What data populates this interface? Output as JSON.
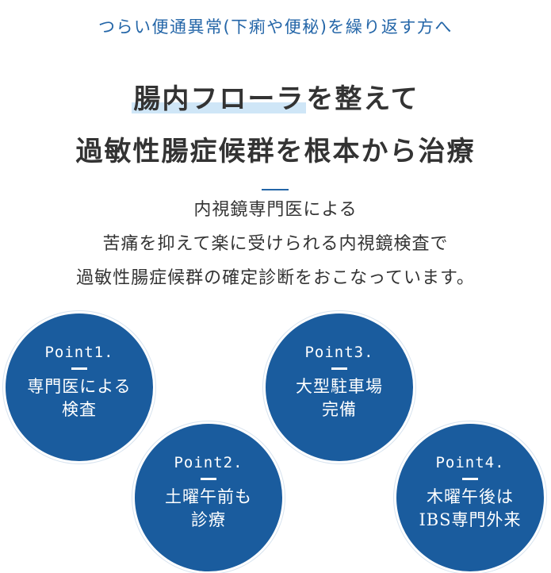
{
  "eyebrow": "つらい便通異常(下痢や便秘)を繰り返す方へ",
  "headline": {
    "line1_highlight": "腸内フローラ",
    "line1_rest": "を整えて",
    "line2": "過敏性腸症候群を根本から治療"
  },
  "lead": [
    "内視鏡専門医による",
    "苦痛を抑えて楽に受けられる内視鏡検査で",
    "過敏性腸症候群の確定診断をおこなっています。"
  ],
  "points": [
    {
      "label": "Point1.",
      "line1": "専門医による",
      "line2": "検査"
    },
    {
      "label": "Point2.",
      "line1": "土曜午前も",
      "line2": "診療"
    },
    {
      "label": "Point3.",
      "line1": "大型駐車場",
      "line2": "完備"
    },
    {
      "label": "Point4.",
      "line1": "木曜午後は",
      "line2": "IBS専門外来"
    }
  ],
  "colors": {
    "accent_blue": "#2466a8",
    "circle_blue": "#1a5c9e",
    "highlight": "#cfe6f7",
    "text": "#333333"
  }
}
